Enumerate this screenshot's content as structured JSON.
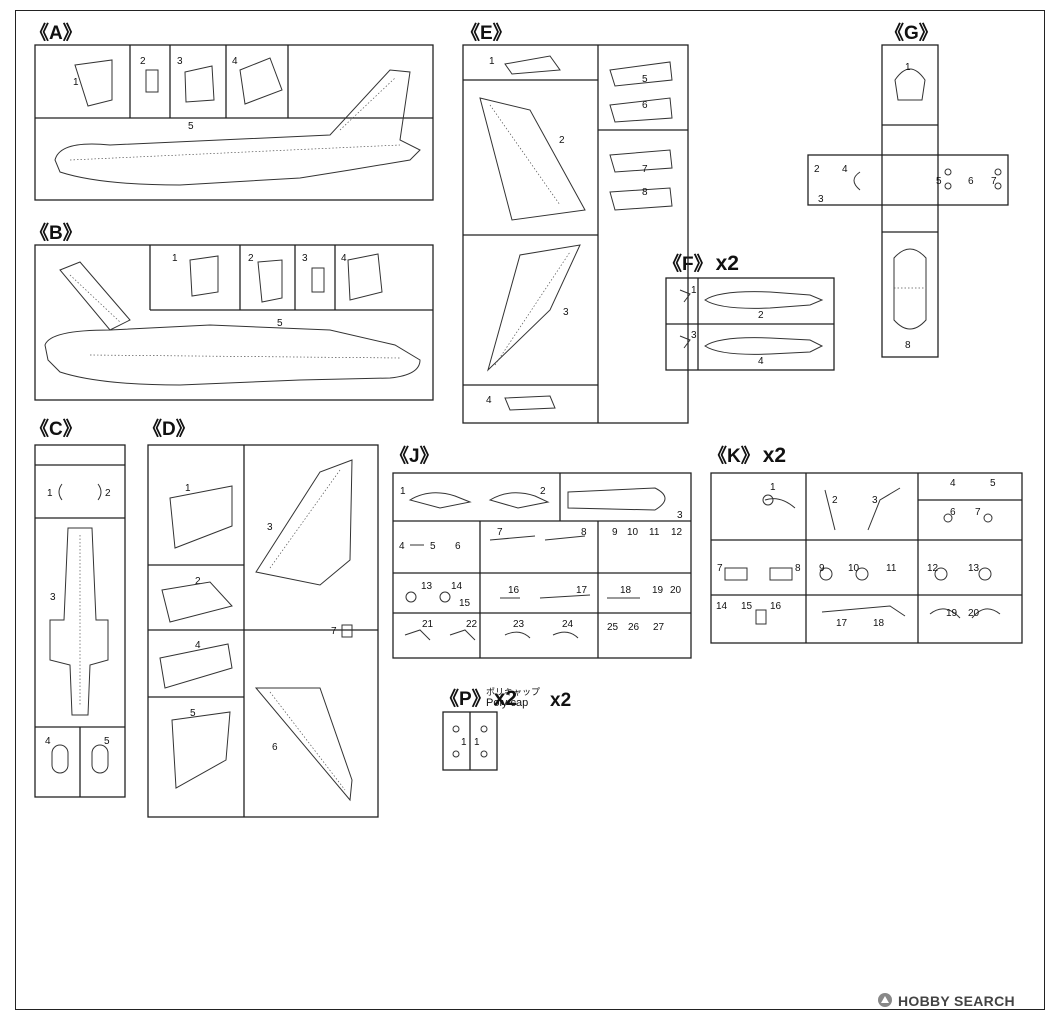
{
  "sprues": {
    "A": {
      "label": "《A》",
      "mult": "",
      "parts": [
        "1",
        "2",
        "3",
        "4",
        "5"
      ]
    },
    "B": {
      "label": "《B》",
      "mult": "",
      "parts": [
        "1",
        "2",
        "3",
        "4",
        "5"
      ]
    },
    "C": {
      "label": "《C》",
      "mult": "",
      "parts": [
        "1",
        "2",
        "3",
        "4",
        "5"
      ]
    },
    "D": {
      "label": "《D》",
      "mult": "",
      "parts": [
        "1",
        "2",
        "3",
        "4",
        "5",
        "6",
        "7"
      ]
    },
    "E": {
      "label": "《E》",
      "mult": "",
      "parts": [
        "1",
        "2",
        "3",
        "4",
        "5",
        "6",
        "7",
        "8"
      ]
    },
    "F": {
      "label": "《F》",
      "mult": "x2",
      "parts": [
        "1",
        "2",
        "3",
        "4"
      ]
    },
    "G": {
      "label": "《G》",
      "mult": "",
      "parts": [
        "1",
        "2",
        "3",
        "4",
        "5",
        "6",
        "7",
        "8"
      ]
    },
    "J": {
      "label": "《J》",
      "mult": "",
      "parts": [
        "1",
        "2",
        "3",
        "4",
        "5",
        "6",
        "7",
        "8",
        "9",
        "10",
        "11",
        "12",
        "13",
        "14",
        "15",
        "16",
        "17",
        "18",
        "19",
        "20",
        "21",
        "22",
        "23",
        "24",
        "25",
        "26",
        "27"
      ]
    },
    "K": {
      "label": "《K》",
      "mult": "x2",
      "parts": [
        "1",
        "2",
        "3",
        "4",
        "5",
        "6",
        "7",
        "8",
        "9",
        "10",
        "11",
        "12",
        "13",
        "14",
        "15",
        "16",
        "17",
        "18",
        "19",
        "20"
      ]
    },
    "P": {
      "label": "《P》",
      "mult": "x2",
      "parts": [
        "1",
        "1"
      ]
    }
  },
  "poly_cap": {
    "jp": "ポリキャップ",
    "en": "Poly cap"
  },
  "watermark": {
    "brand": "HOBBY SEARCH",
    "logo": "hobby-search-logo-icon"
  }
}
